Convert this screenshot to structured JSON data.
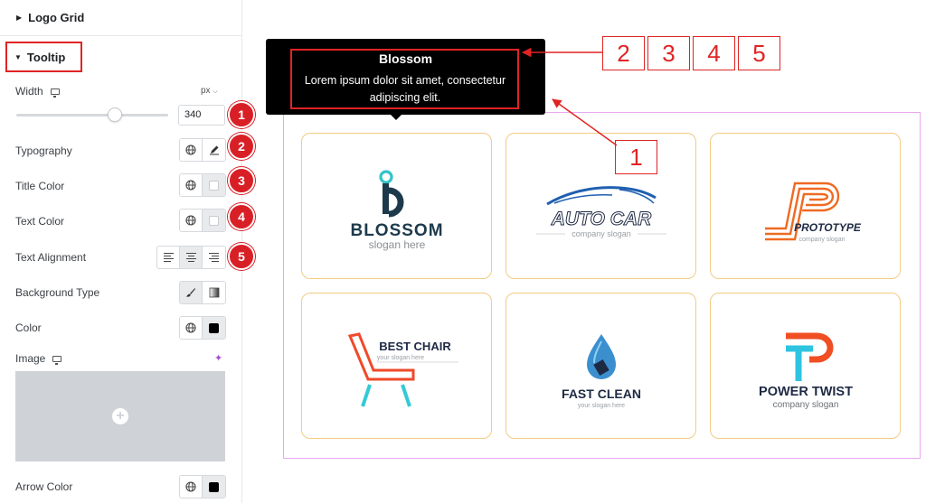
{
  "panel": {
    "logo_grid": "Logo Grid",
    "tooltip": "Tooltip",
    "width_label": "Width",
    "width_unit": "px",
    "width_value": "340",
    "width_slider_fraction": 0.65,
    "typography": "Typography",
    "title_color": "Title Color",
    "text_color": "Text Color",
    "text_alignment": "Text Alignment",
    "background_type": "Background Type",
    "color": "Color",
    "image": "Image",
    "arrow_color": "Arrow Color"
  },
  "badges": [
    "1",
    "2",
    "3",
    "4",
    "5"
  ],
  "tooltip": {
    "title": "Blossom",
    "text": "Lorem ipsum dolor sit amet, consectetur adipiscing elit."
  },
  "callouts": [
    "1",
    "2",
    "3",
    "4",
    "5"
  ],
  "logos": {
    "blossom": {
      "name": "BLOSSOM",
      "slogan": "slogan here"
    },
    "autocar": {
      "name": "AUTO CAR",
      "slogan": "company slogan"
    },
    "prototype": {
      "name": "PROTOTYPE",
      "slogan": "company slogan"
    },
    "bestchair": {
      "name": "BEST CHAIR",
      "slogan": "your slogan here"
    },
    "fastclean": {
      "name": "FAST CLEAN",
      "slogan": "your slogan here"
    },
    "powertwist": {
      "name": "POWER TWIST",
      "slogan": "company slogan"
    }
  },
  "colors": {
    "accent_red": "#d91f26",
    "card_border": "#f2cb86",
    "frame_border": "#e9a9ee",
    "tooltip_bg": "#000000"
  }
}
